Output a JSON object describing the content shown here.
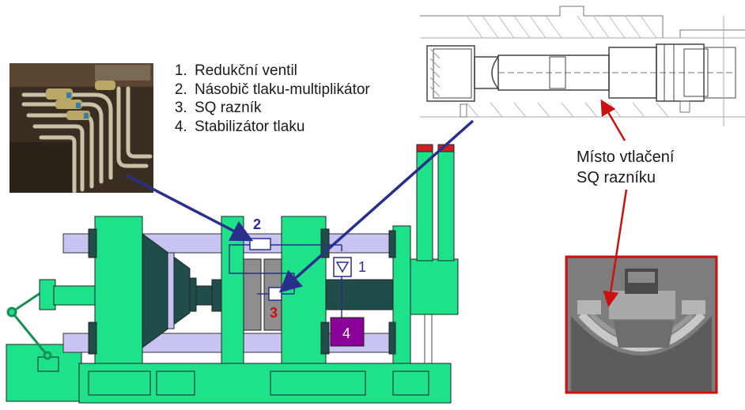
{
  "legend": {
    "items": [
      "Redukční ventil",
      "Násobič tlaku-multiplikátor",
      "SQ razník",
      "Stabilizátor tlaku"
    ]
  },
  "callout": {
    "line1": "Místo vtlačení",
    "line2": "SQ razníku"
  },
  "machine_labels": {
    "n1": "1",
    "n2": "2",
    "n3": "3",
    "n4": "4"
  },
  "colors": {
    "machine_green": "#1de28a",
    "tie_bar": "#c8c4f2",
    "dark_teal": "#1f4d4a",
    "gray_block": "#8e8e8e",
    "purple": "#8b0099",
    "arrow_navy": "#2a2f8c",
    "arrow_red": "#cc1111",
    "photo_frame_red": "#cc1111"
  }
}
